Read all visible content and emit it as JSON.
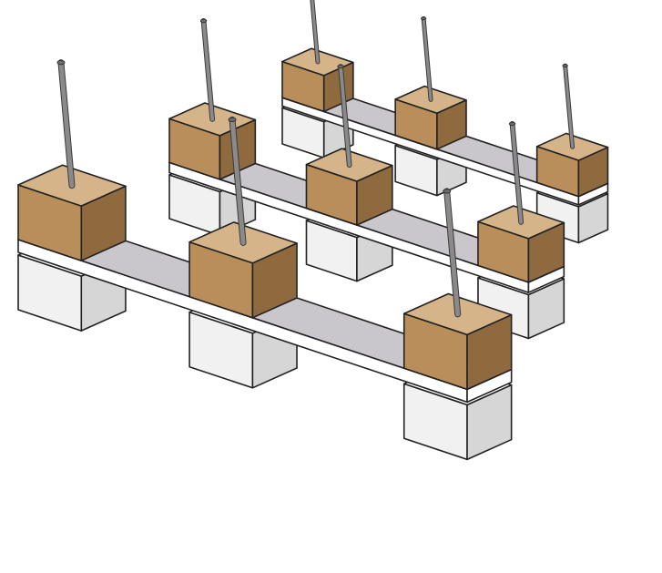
{
  "scene": {
    "kind": "isometric-3d-illustration",
    "background": "#ffffff",
    "colors": {
      "block_top": "#ffffff",
      "block_front": "#f1f1f1",
      "block_side": "#d6d6d6",
      "board_top": "#c9c6cc",
      "board_edge": "#ffffff",
      "cube_top": "#d6b489",
      "cube_front": "#b98e5a",
      "cube_side": "#8f6a3e",
      "post": "#8a8a8a",
      "outline": "#222222"
    },
    "rows": [
      {
        "label": "",
        "block_count": 3,
        "cube_count": 3,
        "post_count": 3
      },
      {
        "label": "",
        "block_count": 3,
        "cube_count": 3,
        "post_count": 3
      },
      {
        "label": "",
        "block_count": 3,
        "cube_count": 3,
        "post_count": 3
      }
    ]
  }
}
